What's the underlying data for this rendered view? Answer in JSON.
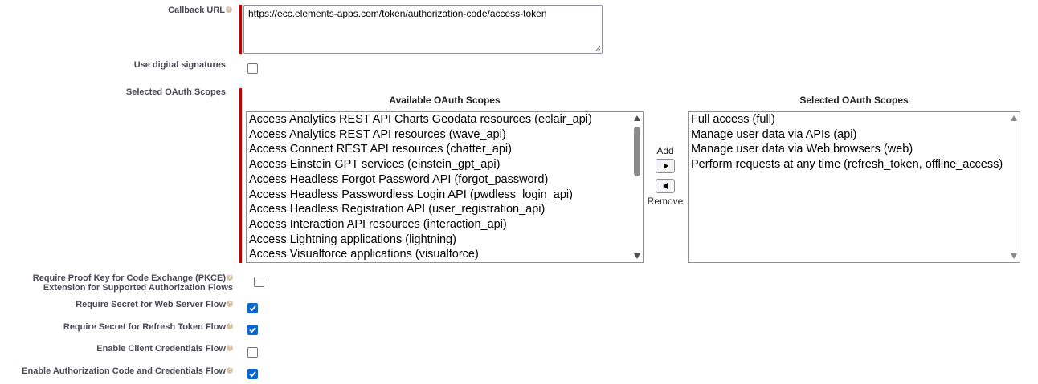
{
  "callback_url": {
    "label": "Callback URL",
    "value": "https://ecc.elements-apps.com/token/authorization-code/access-token"
  },
  "digital_signatures": {
    "label": "Use digital signatures",
    "checked": false
  },
  "oauth_scopes": {
    "label": "Selected OAuth Scopes",
    "available_header": "Available OAuth Scopes",
    "selected_header": "Selected OAuth Scopes",
    "add_label": "Add",
    "remove_label": "Remove",
    "available": [
      "Access Analytics REST API Charts Geodata resources (eclair_api)",
      "Access Analytics REST API resources (wave_api)",
      "Access Connect REST API resources (chatter_api)",
      "Access Einstein GPT services (einstein_gpt_api)",
      "Access Headless Forgot Password API (forgot_password)",
      "Access Headless Passwordless Login API (pwdless_login_api)",
      "Access Headless Registration API (user_registration_api)",
      "Access Interaction API resources (interaction_api)",
      "Access Lightning applications (lightning)",
      "Access Visualforce applications (visualforce)"
    ],
    "selected": [
      "Full access (full)",
      "Manage user data via APIs (api)",
      "Manage user data via Web browsers (web)",
      "Perform requests at any time (refresh_token, offline_access)"
    ]
  },
  "flags": {
    "pkce": {
      "label_line1": "Require Proof Key for Code Exchange (PKCE)",
      "label_line2": "Extension for Supported Authorization Flows",
      "checked": false
    },
    "web_server_secret": {
      "label": "Require Secret for Web Server Flow",
      "checked": true
    },
    "refresh_token_secret": {
      "label": "Require Secret for Refresh Token Flow",
      "checked": true
    },
    "client_credentials": {
      "label": "Enable Client Credentials Flow",
      "checked": false
    },
    "auth_code_credentials": {
      "label": "Enable Authorization Code and Credentials Flow",
      "checked": true
    }
  },
  "colors": {
    "required_bar": "#c00000",
    "checkbox_checked": "#0b67d0",
    "label_text": "#4a4a56"
  }
}
